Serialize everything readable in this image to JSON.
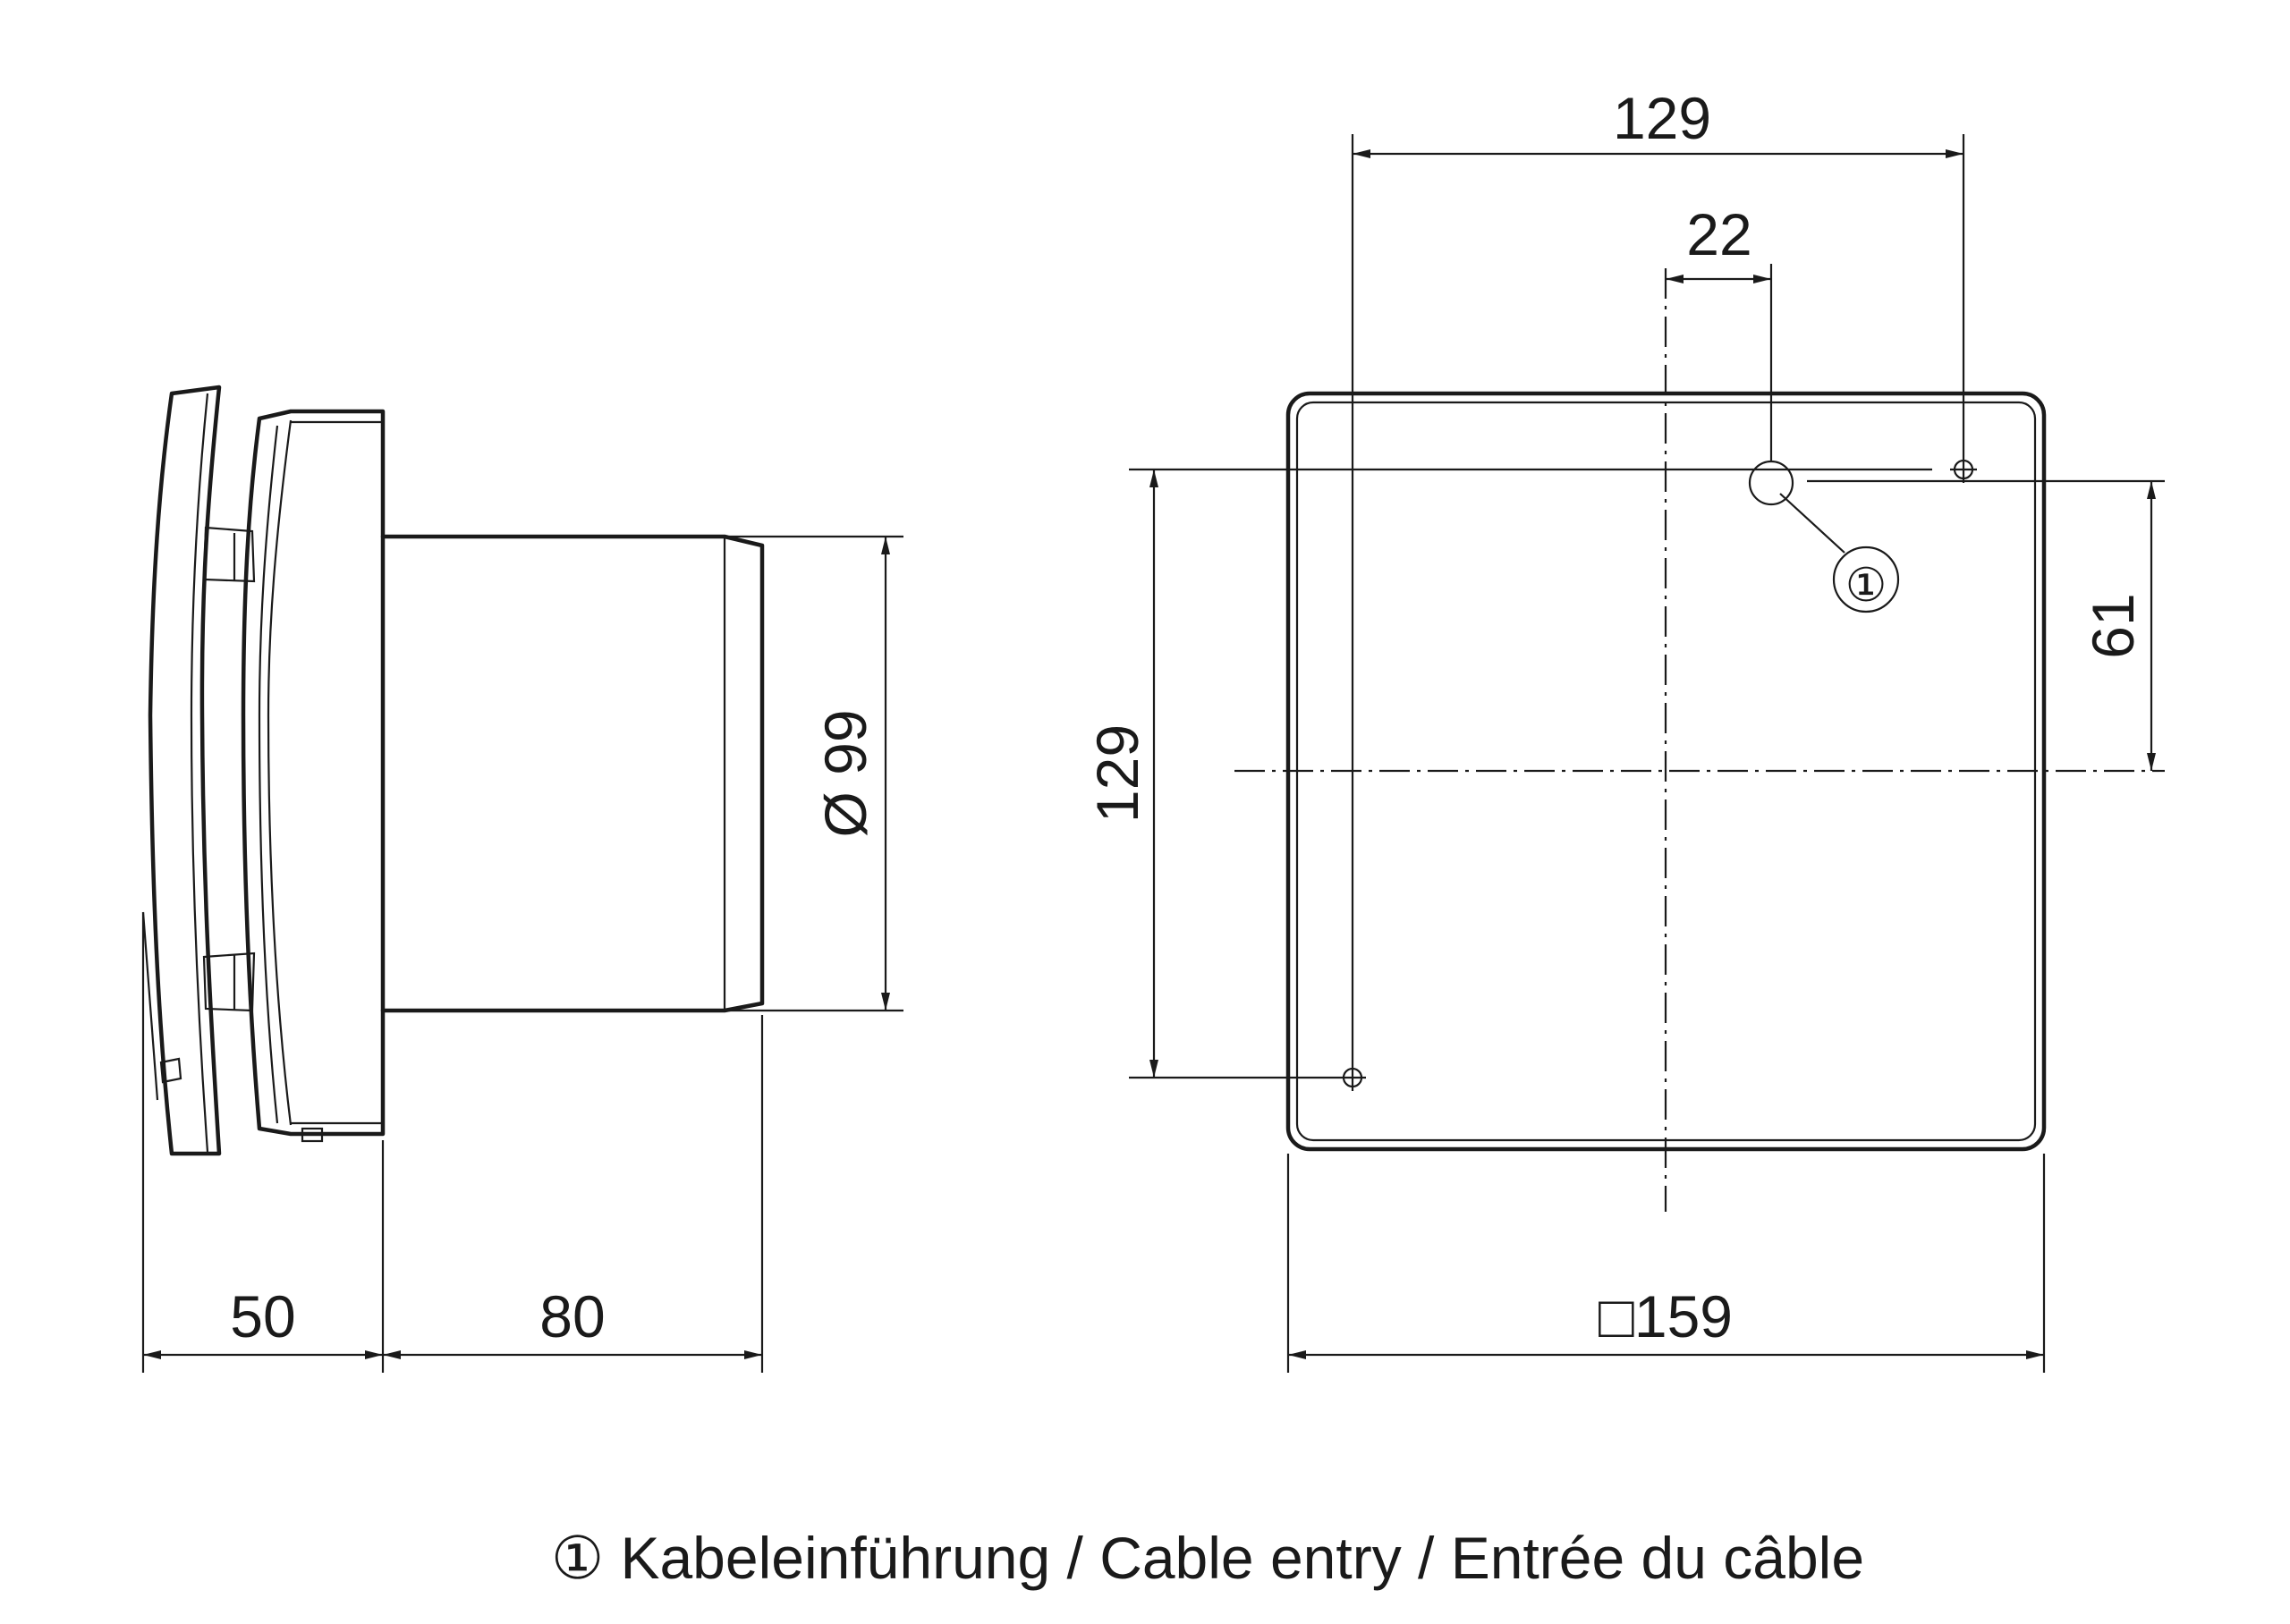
{
  "side_view": {
    "dim_cover_depth": "50",
    "dim_duct_length": "80",
    "dim_duct_diameter": "Ø 99"
  },
  "front_view": {
    "dim_hole_spacing_horizontal": "129",
    "dim_cable_offset": "22",
    "dim_hole_spacing_vertical": "129",
    "dim_cable_height": "61",
    "dim_width": "□159",
    "callout_marker": "①"
  },
  "caption": {
    "text": "① Kabeleinführung / Cable entry / Entrée du câble"
  }
}
